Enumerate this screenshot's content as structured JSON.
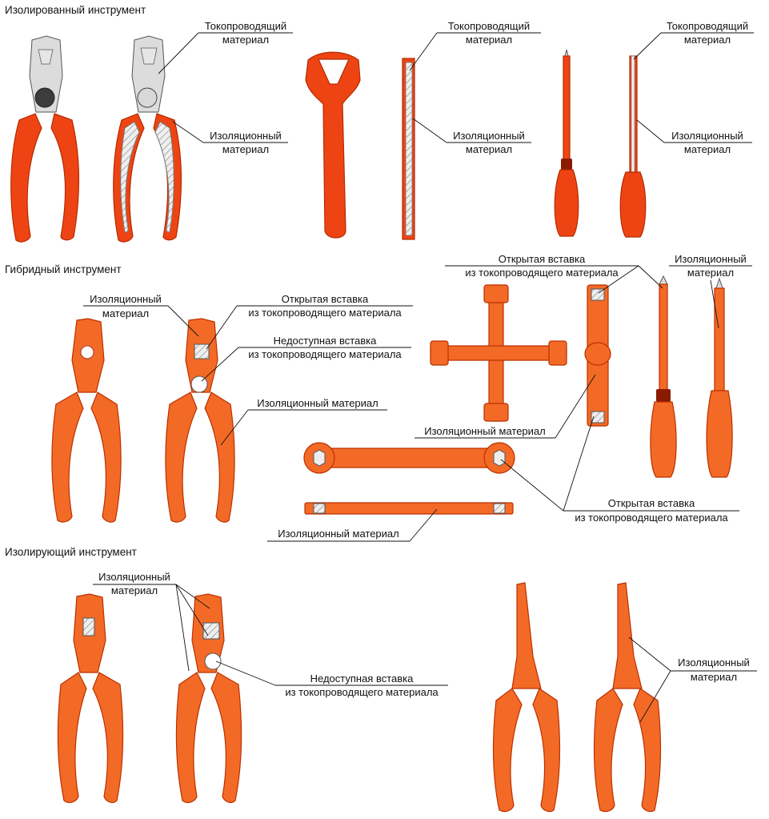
{
  "sections": {
    "insulated": "Изолированный инструмент",
    "hybrid": "Гибридный инструмент",
    "insulating": "Изолирующий инструмент"
  },
  "labels": {
    "conductive_1a": "Токопроводящий",
    "conductive_1b": "материал",
    "insul_1a": "Изоляционный",
    "insul_1b": "материал",
    "conductive_2a": "Токопроводящий",
    "conductive_2b": "материал",
    "insul_2a": "Изоляционный",
    "insul_2b": "материал",
    "conductive_3a": "Токопроводящий",
    "conductive_3b": "материал",
    "insul_3a": "Изоляционный",
    "insul_3b": "материал",
    "h_insul_a": "Изоляционный",
    "h_insul_b": "материал",
    "h_open_a": "Открытая вставка",
    "h_open_b": "из токопроводящего материала",
    "h_hidden_a": "Недоступная вставка",
    "h_hidden_b": "из токопроводящего материала",
    "h_insul_full": "Изоляционный материал",
    "h_open2_a": "Открытая вставка",
    "h_open2_b": "из токопроводящего материала",
    "h_insul3_a": "Изоляционный",
    "h_insul3_b": "материал",
    "h_insul4": "Изоляционный материал",
    "h_open3_a": "Открытая вставка",
    "h_open3_b": "из токопроводящего материала",
    "h_insul5": "Изоляционный материал",
    "i_insul_a": "Изоляционный",
    "i_insul_b": "материал",
    "i_hidden_a": "Недоступная вставка",
    "i_hidden_b": "из токопроводящего материала",
    "i_insul2_a": "Изоляционный",
    "i_insul2_b": "материал"
  },
  "colors": {
    "insulation": "#ee4413",
    "metal": "#dcdcdc",
    "outline": "#b52a00"
  }
}
